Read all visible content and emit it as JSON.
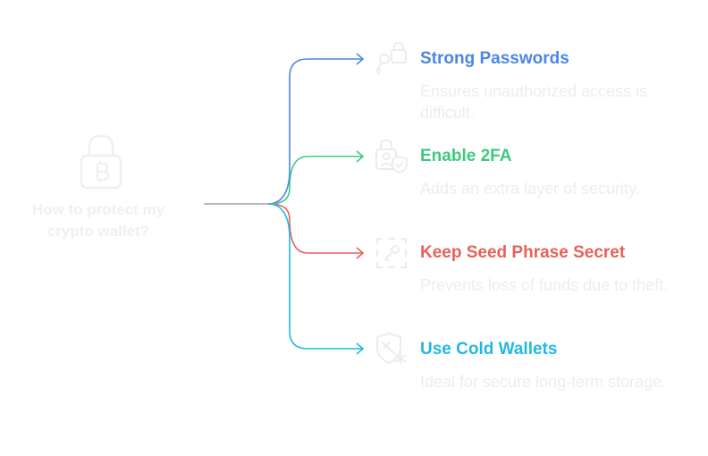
{
  "root": {
    "label": "How to protect my crypto wallet?",
    "icon": "bitcoin-lock-icon"
  },
  "branches": [
    {
      "title": "Strong Passwords",
      "description": "Ensures unauthorized access is difficult.",
      "icon": "key-lock-icon",
      "color": "#4a86e8"
    },
    {
      "title": "Enable 2FA",
      "description": "Adds an extra layer of security.",
      "icon": "user-shield-icon",
      "color": "#3ec97f"
    },
    {
      "title": "Keep Seed Phrase Secret",
      "description": "Prevents loss of funds due to theft.",
      "icon": "secret-frame-icon",
      "color": "#e8605a"
    },
    {
      "title": "Use Cold Wallets",
      "description": "Ideal for secure long-term storage.",
      "icon": "snowflake-shield-icon",
      "color": "#22b8e6"
    }
  ],
  "colors": {
    "stem": "#a0a0a0",
    "faded": "#efefef"
  }
}
